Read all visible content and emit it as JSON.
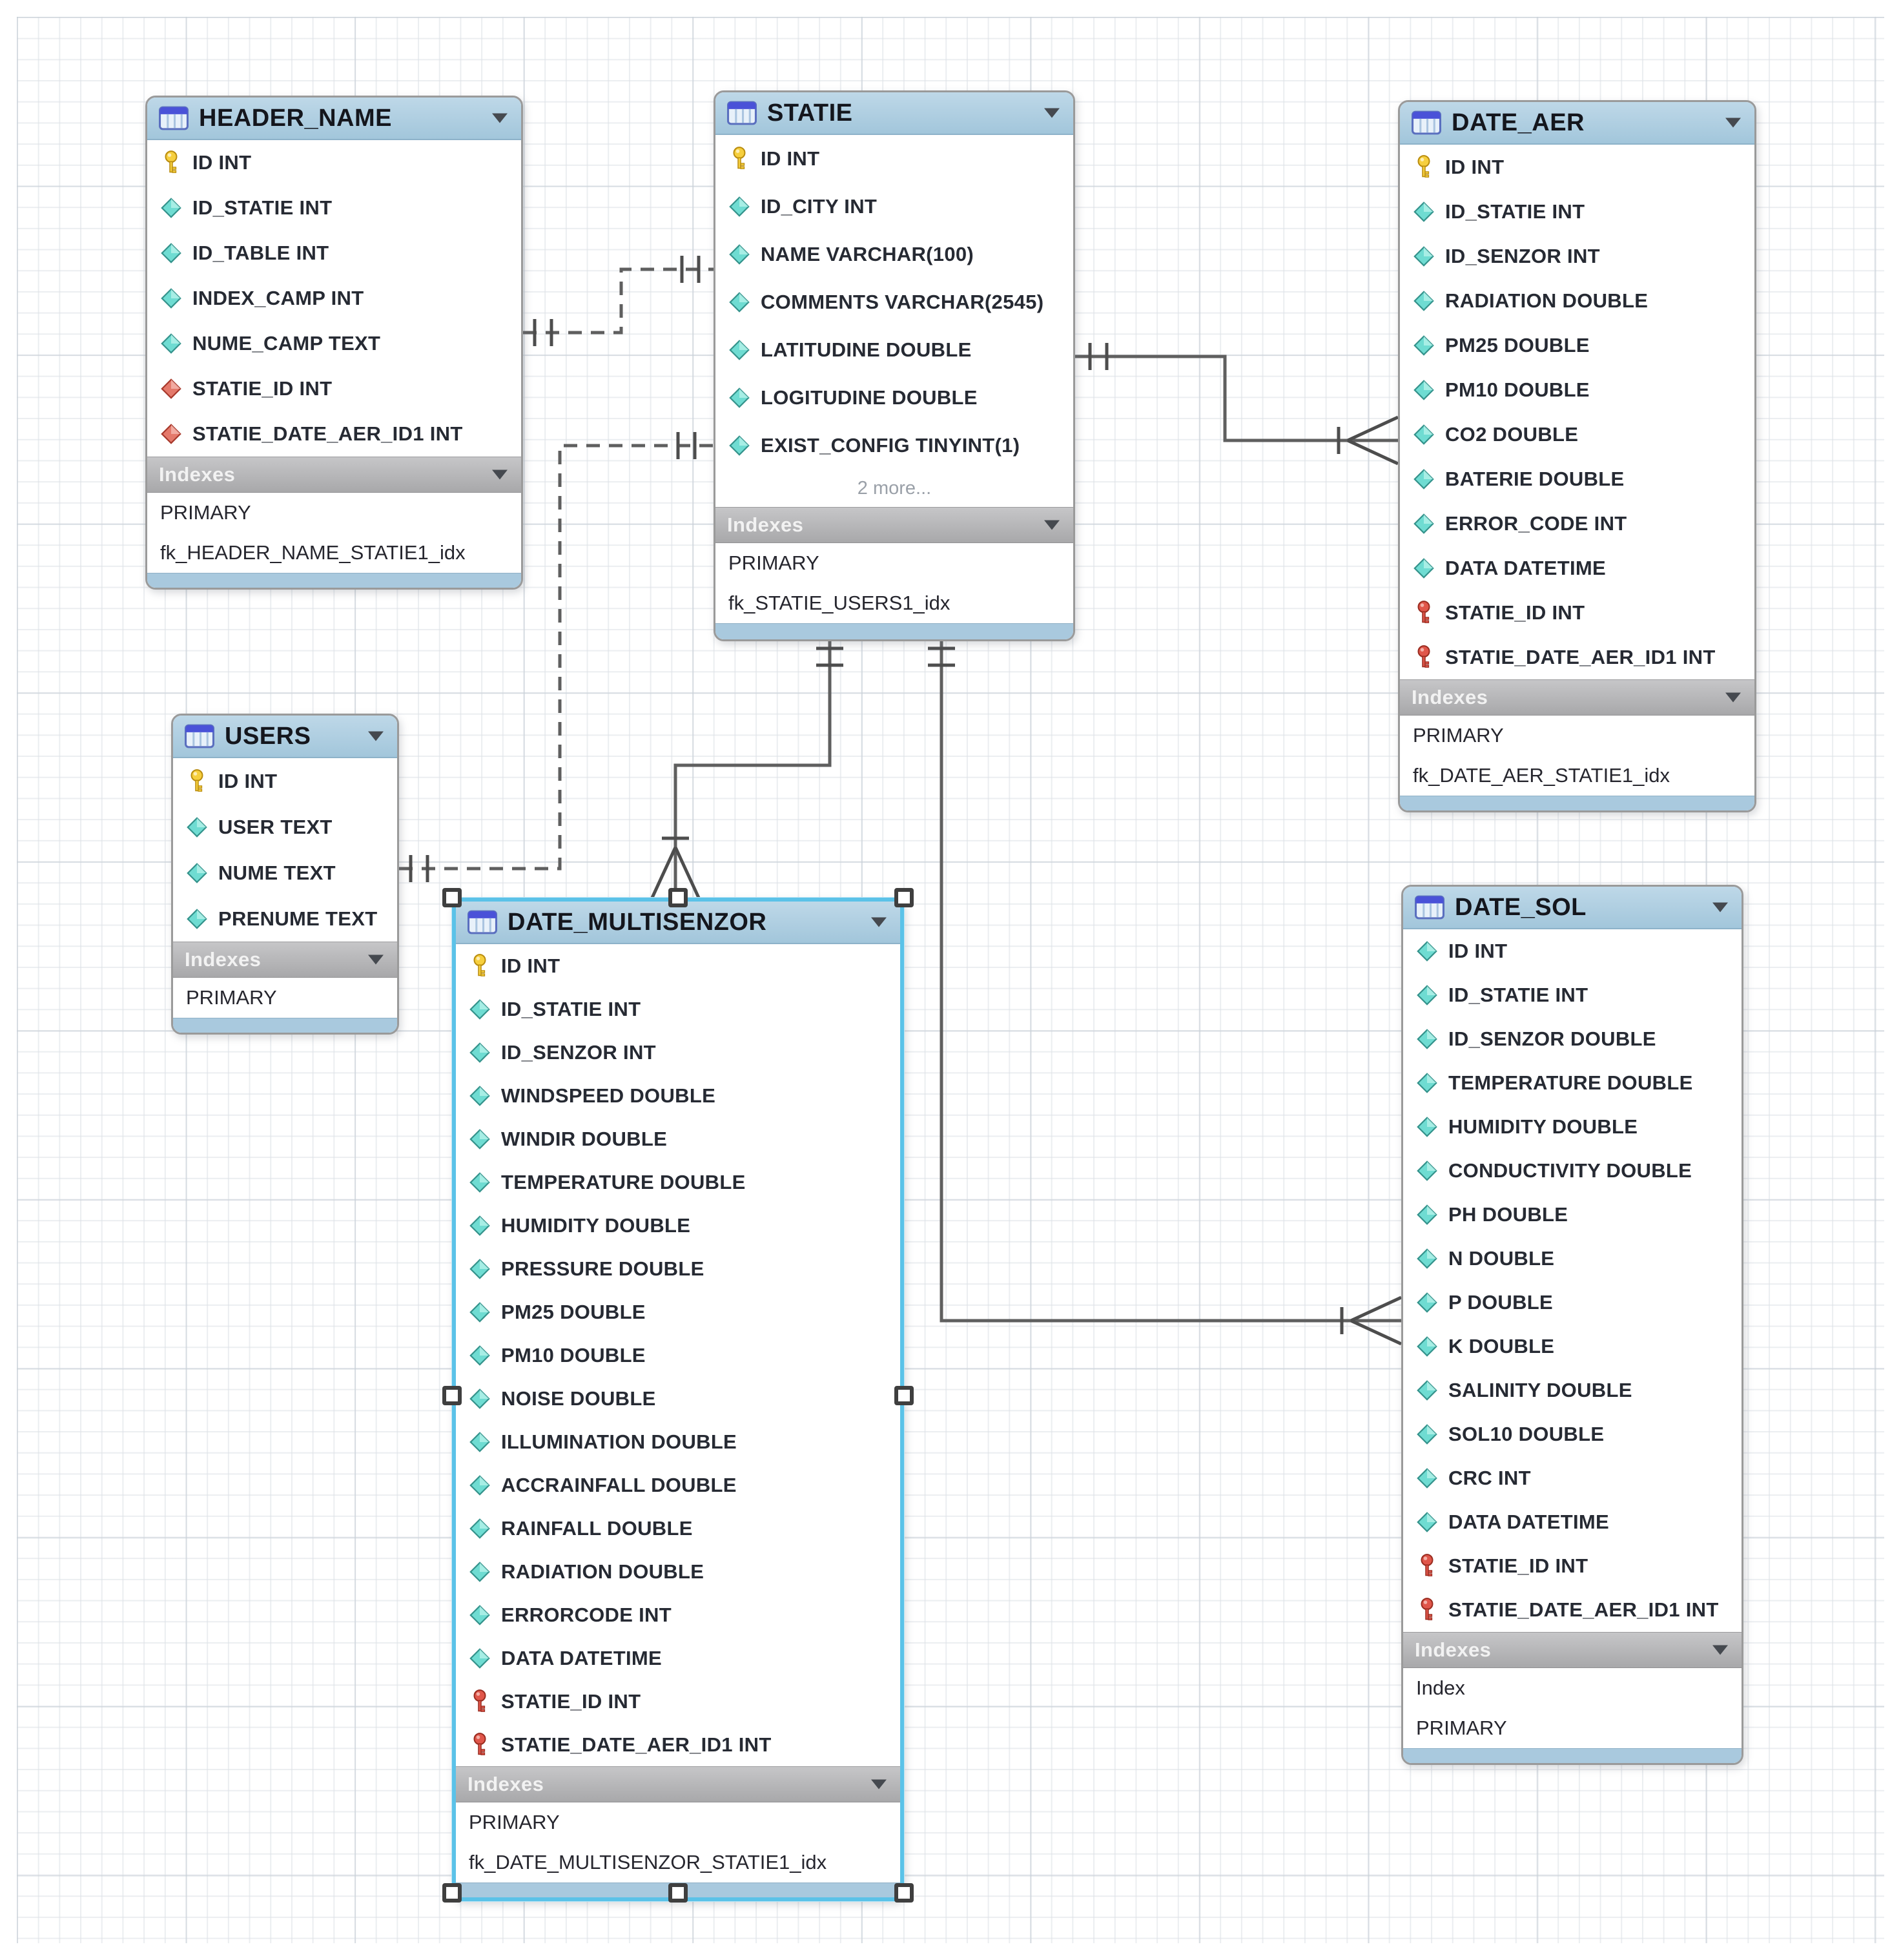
{
  "diagram": {
    "tool": "EER Diagram",
    "colors": {
      "table_header": "#aecde1",
      "table_footer": "#a9c9de",
      "selection": "#5bc2e8",
      "index_bar": "#b3b3b5",
      "relationship_line": "#5f5f5f",
      "primary_key_icon": "#f6cf3e",
      "foreign_key_icon": "#e0564a",
      "column_icon": "#6fdcd2",
      "fk_attribute_icon": "#e4796b"
    }
  },
  "tables": [
    {
      "name": "HEADER_NAME",
      "selected": false,
      "indexes_label": "Indexes",
      "fields": [
        {
          "name": "ID",
          "type": "INT",
          "icon": "primary-key"
        },
        {
          "name": "ID_STATIE",
          "type": "INT",
          "icon": "column"
        },
        {
          "name": "ID_TABLE",
          "type": "INT",
          "icon": "column"
        },
        {
          "name": "INDEX_CAMP",
          "type": "INT",
          "icon": "column"
        },
        {
          "name": "NUME_CAMP",
          "type": "TEXT",
          "icon": "column"
        },
        {
          "name": "STATIE_ID",
          "type": "INT",
          "icon": "fk-diamond"
        },
        {
          "name": "STATIE_DATE_AER_ID1",
          "type": "INT",
          "icon": "fk-diamond"
        }
      ],
      "indexes": [
        "PRIMARY",
        "fk_HEADER_NAME_STATIE1_idx"
      ]
    },
    {
      "name": "STATIE",
      "selected": false,
      "indexes_label": "Indexes",
      "more_label": "2 more...",
      "fields": [
        {
          "name": "ID",
          "type": "INT",
          "icon": "primary-key"
        },
        {
          "name": "ID_CITY",
          "type": "INT",
          "icon": "column"
        },
        {
          "name": "NAME",
          "type": "VARCHAR(100)",
          "icon": "column"
        },
        {
          "name": "COMMENTS",
          "type": "VARCHAR(2545)",
          "icon": "column"
        },
        {
          "name": "LATITUDINE",
          "type": "DOUBLE",
          "icon": "column"
        },
        {
          "name": "LOGITUDINE",
          "type": "DOUBLE",
          "icon": "column"
        },
        {
          "name": "EXIST_CONFIG",
          "type": "TINYINT(1)",
          "icon": "column"
        }
      ],
      "indexes": [
        "PRIMARY",
        "fk_STATIE_USERS1_idx"
      ]
    },
    {
      "name": "DATE_AER",
      "selected": false,
      "indexes_label": "Indexes",
      "fields": [
        {
          "name": "ID",
          "type": "INT",
          "icon": "primary-key"
        },
        {
          "name": "ID_STATIE",
          "type": "INT",
          "icon": "column"
        },
        {
          "name": "ID_SENZOR",
          "type": "INT",
          "icon": "column"
        },
        {
          "name": "RADIATION",
          "type": "DOUBLE",
          "icon": "column"
        },
        {
          "name": "PM25",
          "type": "DOUBLE",
          "icon": "column"
        },
        {
          "name": "PM10",
          "type": "DOUBLE",
          "icon": "column"
        },
        {
          "name": "CO2",
          "type": "DOUBLE",
          "icon": "column"
        },
        {
          "name": "BATERIE",
          "type": "DOUBLE",
          "icon": "column"
        },
        {
          "name": "ERROR_CODE",
          "type": "INT",
          "icon": "column"
        },
        {
          "name": "DATA",
          "type": "DATETIME",
          "icon": "column"
        },
        {
          "name": "STATIE_ID",
          "type": "INT",
          "icon": "fk-key"
        },
        {
          "name": "STATIE_DATE_AER_ID1",
          "type": "INT",
          "icon": "fk-key"
        }
      ],
      "indexes": [
        "PRIMARY",
        "fk_DATE_AER_STATIE1_idx"
      ]
    },
    {
      "name": "USERS",
      "selected": false,
      "indexes_label": "Indexes",
      "fields": [
        {
          "name": "ID",
          "type": "INT",
          "icon": "primary-key"
        },
        {
          "name": "USER",
          "type": "TEXT",
          "icon": "column"
        },
        {
          "name": "NUME",
          "type": "TEXT",
          "icon": "column"
        },
        {
          "name": "PRENUME",
          "type": "TEXT",
          "icon": "column"
        }
      ],
      "indexes": [
        "PRIMARY"
      ]
    },
    {
      "name": "DATE_MULTISENZOR",
      "selected": true,
      "indexes_label": "Indexes",
      "fields": [
        {
          "name": "ID",
          "type": "INT",
          "icon": "primary-key"
        },
        {
          "name": "ID_STATIE",
          "type": "INT",
          "icon": "column"
        },
        {
          "name": "ID_SENZOR",
          "type": "INT",
          "icon": "column"
        },
        {
          "name": "WINDSPEED",
          "type": "DOUBLE",
          "icon": "column"
        },
        {
          "name": "WINDIR",
          "type": "DOUBLE",
          "icon": "column"
        },
        {
          "name": "TEMPERATURE",
          "type": "DOUBLE",
          "icon": "column"
        },
        {
          "name": "HUMIDITY",
          "type": "DOUBLE",
          "icon": "column"
        },
        {
          "name": "PRESSURE",
          "type": "DOUBLE",
          "icon": "column"
        },
        {
          "name": "PM25",
          "type": "DOUBLE",
          "icon": "column"
        },
        {
          "name": "PM10",
          "type": "DOUBLE",
          "icon": "column"
        },
        {
          "name": "NOISE",
          "type": "DOUBLE",
          "icon": "column"
        },
        {
          "name": "ILLUMINATION",
          "type": "DOUBLE",
          "icon": "column"
        },
        {
          "name": "ACCRAINFALL",
          "type": "DOUBLE",
          "icon": "column"
        },
        {
          "name": "RAINFALL",
          "type": "DOUBLE",
          "icon": "column"
        },
        {
          "name": "RADIATION",
          "type": "DOUBLE",
          "icon": "column"
        },
        {
          "name": "ERRORCODE",
          "type": "INT",
          "icon": "column"
        },
        {
          "name": "DATA",
          "type": "DATETIME",
          "icon": "column"
        },
        {
          "name": "STATIE_ID",
          "type": "INT",
          "icon": "fk-key"
        },
        {
          "name": "STATIE_DATE_AER_ID1",
          "type": "INT",
          "icon": "fk-key"
        }
      ],
      "indexes": [
        "PRIMARY",
        "fk_DATE_MULTISENZOR_STATIE1_idx"
      ]
    },
    {
      "name": "DATE_SOL",
      "selected": false,
      "indexes_label": "Indexes",
      "fields": [
        {
          "name": "ID",
          "type": "INT",
          "icon": "column"
        },
        {
          "name": "ID_STATIE",
          "type": "INT",
          "icon": "column"
        },
        {
          "name": "ID_SENZOR",
          "type": "DOUBLE",
          "icon": "column"
        },
        {
          "name": "TEMPERATURE",
          "type": "DOUBLE",
          "icon": "column"
        },
        {
          "name": "HUMIDITY",
          "type": "DOUBLE",
          "icon": "column"
        },
        {
          "name": "CONDUCTIVITY",
          "type": "DOUBLE",
          "icon": "column"
        },
        {
          "name": "PH",
          "type": "DOUBLE",
          "icon": "column"
        },
        {
          "name": "N",
          "type": "DOUBLE",
          "icon": "column"
        },
        {
          "name": "P",
          "type": "DOUBLE",
          "icon": "column"
        },
        {
          "name": "K",
          "type": "DOUBLE",
          "icon": "column"
        },
        {
          "name": "SALINITY",
          "type": "DOUBLE",
          "icon": "column"
        },
        {
          "name": "SOL10",
          "type": "DOUBLE",
          "icon": "column"
        },
        {
          "name": "CRC",
          "type": "INT",
          "icon": "column"
        },
        {
          "name": "DATA",
          "type": "DATETIME",
          "icon": "column"
        },
        {
          "name": "STATIE_ID",
          "type": "INT",
          "icon": "fk-key"
        },
        {
          "name": "STATIE_DATE_AER_ID1",
          "type": "INT",
          "icon": "fk-key"
        }
      ],
      "indexes": [
        "Index",
        "PRIMARY"
      ]
    }
  ],
  "relationships": [
    {
      "id": "relationship-header-name-statie",
      "from": "HEADER_NAME",
      "to": "STATIE",
      "style": "dashed",
      "cardinality": "one-to-one"
    },
    {
      "id": "relationship-users-statie",
      "from": "USERS",
      "to": "STATIE",
      "style": "dashed",
      "cardinality": "one-to-one"
    },
    {
      "id": "relationship-statie-date-aer",
      "from": "STATIE",
      "to": "DATE_AER",
      "style": "solid",
      "cardinality": "one-to-many"
    },
    {
      "id": "relationship-statie-date-multisenzor",
      "from": "STATIE",
      "to": "DATE_MULTISENZOR",
      "style": "solid",
      "cardinality": "one-to-many"
    },
    {
      "id": "relationship-statie-date-sol",
      "from": "STATIE",
      "to": "DATE_SOL",
      "style": "solid",
      "cardinality": "one-to-many"
    }
  ]
}
